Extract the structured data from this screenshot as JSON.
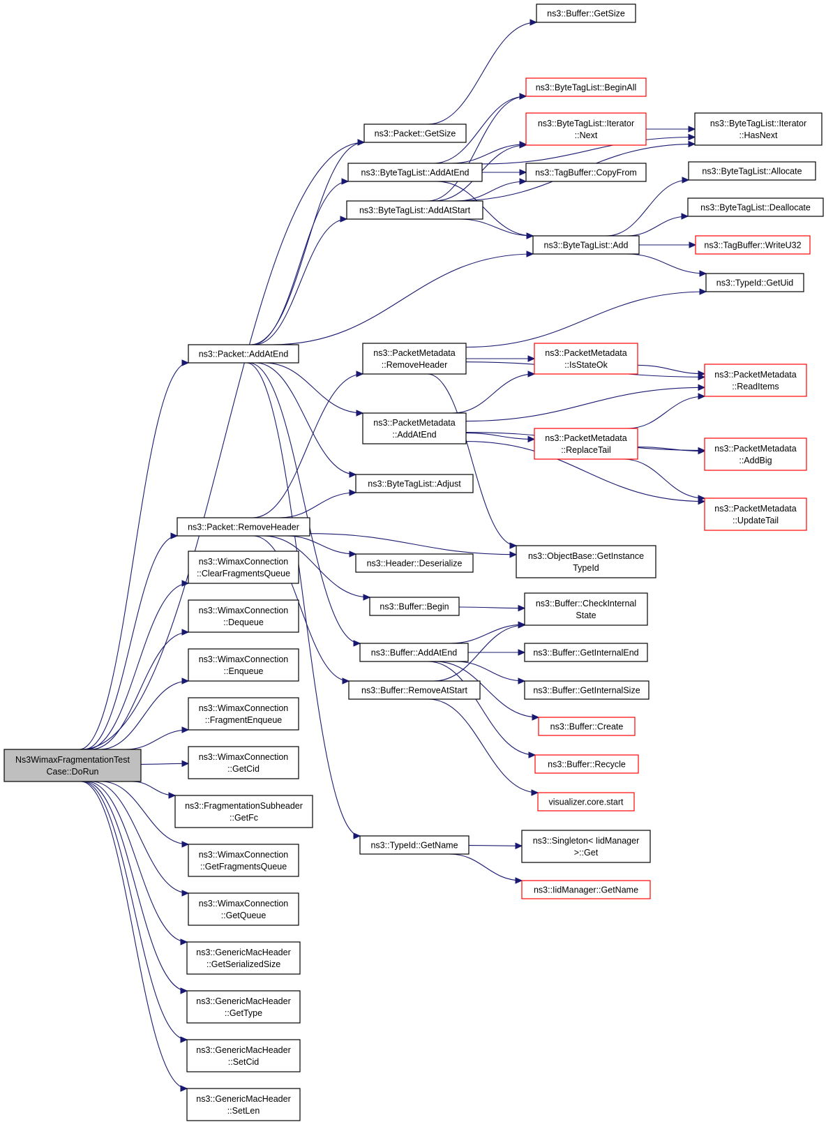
{
  "nodes": [
    {
      "id": "root",
      "lines": [
        "Ns3WimaxFragmentationTest",
        "Case::DoRun"
      ],
      "style": "root"
    },
    {
      "id": "pkt_addatend",
      "lines": [
        "ns3::Packet::AddAtEnd"
      ],
      "style": "normal"
    },
    {
      "id": "pkt_removeheader",
      "lines": [
        "ns3::Packet::RemoveHeader"
      ],
      "style": "normal"
    },
    {
      "id": "wc_clear",
      "lines": [
        "ns3::WimaxConnection",
        "::ClearFragmentsQueue"
      ],
      "style": "normal"
    },
    {
      "id": "wc_dequeue",
      "lines": [
        "ns3::WimaxConnection",
        "::Dequeue"
      ],
      "style": "normal"
    },
    {
      "id": "wc_enqueue",
      "lines": [
        "ns3::WimaxConnection",
        "::Enqueue"
      ],
      "style": "normal"
    },
    {
      "id": "wc_fragenq",
      "lines": [
        "ns3::WimaxConnection",
        "::FragmentEnqueue"
      ],
      "style": "normal"
    },
    {
      "id": "wc_getcid",
      "lines": [
        "ns3::WimaxConnection",
        "::GetCid"
      ],
      "style": "normal"
    },
    {
      "id": "fsh_getfc",
      "lines": [
        "ns3::FragmentationSubheader",
        "::GetFc"
      ],
      "style": "normal"
    },
    {
      "id": "wc_getfragq",
      "lines": [
        "ns3::WimaxConnection",
        "::GetFragmentsQueue"
      ],
      "style": "normal"
    },
    {
      "id": "wc_getqueue",
      "lines": [
        "ns3::WimaxConnection",
        "::GetQueue"
      ],
      "style": "normal"
    },
    {
      "id": "gmh_getser",
      "lines": [
        "ns3::GenericMacHeader",
        "::GetSerializedSize"
      ],
      "style": "normal"
    },
    {
      "id": "gmh_gettype",
      "lines": [
        "ns3::GenericMacHeader",
        "::GetType"
      ],
      "style": "normal"
    },
    {
      "id": "gmh_setcid",
      "lines": [
        "ns3::GenericMacHeader",
        "::SetCid"
      ],
      "style": "normal"
    },
    {
      "id": "gmh_setlen",
      "lines": [
        "ns3::GenericMacHeader",
        "::SetLen"
      ],
      "style": "normal"
    },
    {
      "id": "pkt_getsize",
      "lines": [
        "ns3::Packet::GetSize"
      ],
      "style": "normal"
    },
    {
      "id": "btl_addatend",
      "lines": [
        "ns3::ByteTagList::AddAtEnd"
      ],
      "style": "normal"
    },
    {
      "id": "btl_addatstart",
      "lines": [
        "ns3::ByteTagList::AddAtStart"
      ],
      "style": "normal"
    },
    {
      "id": "pm_removeheader",
      "lines": [
        "ns3::PacketMetadata",
        "::RemoveHeader"
      ],
      "style": "normal"
    },
    {
      "id": "pm_addatend",
      "lines": [
        "ns3::PacketMetadata",
        "::AddAtEnd"
      ],
      "style": "normal"
    },
    {
      "id": "btl_adjust",
      "lines": [
        "ns3::ByteTagList::Adjust"
      ],
      "style": "normal"
    },
    {
      "id": "hdr_deser",
      "lines": [
        "ns3::Header::Deserialize"
      ],
      "style": "normal"
    },
    {
      "id": "buf_begin",
      "lines": [
        "ns3::Buffer::Begin"
      ],
      "style": "normal"
    },
    {
      "id": "buf_addatend",
      "lines": [
        "ns3::Buffer::AddAtEnd"
      ],
      "style": "normal"
    },
    {
      "id": "buf_removeatstart",
      "lines": [
        "ns3::Buffer::RemoveAtStart"
      ],
      "style": "normal"
    },
    {
      "id": "tid_getname",
      "lines": [
        "ns3::TypeId::GetName"
      ],
      "style": "normal"
    },
    {
      "id": "buf_getsize",
      "lines": [
        "ns3::Buffer::GetSize"
      ],
      "style": "normal"
    },
    {
      "id": "btl_beginall",
      "lines": [
        "ns3::ByteTagList::BeginAll"
      ],
      "style": "red"
    },
    {
      "id": "btl_it_next",
      "lines": [
        "ns3::ByteTagList::Iterator",
        "::Next"
      ],
      "style": "red"
    },
    {
      "id": "tb_copyfrom",
      "lines": [
        "ns3::TagBuffer::CopyFrom"
      ],
      "style": "normal"
    },
    {
      "id": "btl_add",
      "lines": [
        "ns3::ByteTagList::Add"
      ],
      "style": "normal"
    },
    {
      "id": "pm_isstateok",
      "lines": [
        "ns3::PacketMetadata",
        "::IsStateOk"
      ],
      "style": "red"
    },
    {
      "id": "pm_replacetail",
      "lines": [
        "ns3::PacketMetadata",
        "::ReplaceTail"
      ],
      "style": "red"
    },
    {
      "id": "ob_getinstancetypeid",
      "lines": [
        "ns3::ObjectBase::GetInstance",
        "TypeId"
      ],
      "style": "normal"
    },
    {
      "id": "buf_checkinternal",
      "lines": [
        "ns3::Buffer::CheckInternal",
        "State"
      ],
      "style": "normal"
    },
    {
      "id": "buf_getinternalend",
      "lines": [
        "ns3::Buffer::GetInternalEnd"
      ],
      "style": "normal"
    },
    {
      "id": "buf_getinternalsize",
      "lines": [
        "ns3::Buffer::GetInternalSize"
      ],
      "style": "normal"
    },
    {
      "id": "buf_create",
      "lines": [
        "ns3::Buffer::Create"
      ],
      "style": "red"
    },
    {
      "id": "buf_recycle",
      "lines": [
        "ns3::Buffer::Recycle"
      ],
      "style": "red"
    },
    {
      "id": "viz_start",
      "lines": [
        "visualizer.core.start"
      ],
      "style": "red"
    },
    {
      "id": "singleton_get",
      "lines": [
        "ns3::Singleton< IidManager",
        ">::Get"
      ],
      "style": "normal"
    },
    {
      "id": "iid_getname",
      "lines": [
        "ns3::IidManager::GetName"
      ],
      "style": "red"
    },
    {
      "id": "btl_it_hasnext",
      "lines": [
        "ns3::ByteTagList::Iterator",
        "::HasNext"
      ],
      "style": "normal"
    },
    {
      "id": "btl_allocate",
      "lines": [
        "ns3::ByteTagList::Allocate"
      ],
      "style": "normal"
    },
    {
      "id": "btl_deallocate",
      "lines": [
        "ns3::ByteTagList::Deallocate"
      ],
      "style": "normal"
    },
    {
      "id": "tb_writeu32",
      "lines": [
        "ns3::TagBuffer::WriteU32"
      ],
      "style": "red"
    },
    {
      "id": "tid_getuid",
      "lines": [
        "ns3::TypeId::GetUid"
      ],
      "style": "normal"
    },
    {
      "id": "pm_readitems",
      "lines": [
        "ns3::PacketMetadata",
        "::ReadItems"
      ],
      "style": "red"
    },
    {
      "id": "pm_addbig",
      "lines": [
        "ns3::PacketMetadata",
        "::AddBig"
      ],
      "style": "red"
    },
    {
      "id": "pm_updatetail",
      "lines": [
        "ns3::PacketMetadata",
        "::UpdateTail"
      ],
      "style": "red"
    }
  ],
  "edges": [
    [
      "root",
      "pkt_getsize"
    ],
    [
      "root",
      "pkt_addatend"
    ],
    [
      "root",
      "pkt_removeheader"
    ],
    [
      "root",
      "wc_clear"
    ],
    [
      "root",
      "wc_dequeue"
    ],
    [
      "root",
      "wc_enqueue"
    ],
    [
      "root",
      "wc_fragenq"
    ],
    [
      "root",
      "wc_getcid"
    ],
    [
      "root",
      "fsh_getfc"
    ],
    [
      "root",
      "wc_getfragq"
    ],
    [
      "root",
      "wc_getqueue"
    ],
    [
      "root",
      "gmh_getser"
    ],
    [
      "root",
      "gmh_gettype"
    ],
    [
      "root",
      "gmh_setcid"
    ],
    [
      "root",
      "gmh_setlen"
    ],
    [
      "pkt_addatend",
      "pkt_getsize"
    ],
    [
      "pkt_addatend",
      "btl_addatend"
    ],
    [
      "pkt_addatend",
      "btl_addatstart"
    ],
    [
      "pkt_addatend",
      "btl_add"
    ],
    [
      "pkt_addatend",
      "pm_addatend"
    ],
    [
      "pkt_addatend",
      "btl_adjust"
    ],
    [
      "pkt_addatend",
      "buf_addatend"
    ],
    [
      "pkt_addatend",
      "tid_getname"
    ],
    [
      "pkt_removeheader",
      "pm_removeheader"
    ],
    [
      "pkt_removeheader",
      "btl_adjust"
    ],
    [
      "pkt_removeheader",
      "ob_getinstancetypeid"
    ],
    [
      "pkt_removeheader",
      "hdr_deser"
    ],
    [
      "pkt_removeheader",
      "buf_begin"
    ],
    [
      "pkt_removeheader",
      "buf_removeatstart"
    ],
    [
      "pkt_getsize",
      "buf_getsize"
    ],
    [
      "btl_addatend",
      "btl_beginall"
    ],
    [
      "btl_addatend",
      "btl_it_next"
    ],
    [
      "btl_addatend",
      "tb_copyfrom"
    ],
    [
      "btl_addatend",
      "btl_add"
    ],
    [
      "btl_addatend",
      "btl_it_hasnext"
    ],
    [
      "btl_addatstart",
      "btl_beginall"
    ],
    [
      "btl_addatstart",
      "btl_it_next"
    ],
    [
      "btl_addatstart",
      "tb_copyfrom"
    ],
    [
      "btl_addatstart",
      "btl_add"
    ],
    [
      "btl_addatstart",
      "btl_it_hasnext"
    ],
    [
      "btl_it_next",
      "btl_it_hasnext"
    ],
    [
      "btl_add",
      "btl_allocate"
    ],
    [
      "btl_add",
      "btl_deallocate"
    ],
    [
      "btl_add",
      "tb_writeu32"
    ],
    [
      "btl_add",
      "tid_getuid"
    ],
    [
      "pm_removeheader",
      "tid_getuid"
    ],
    [
      "pm_removeheader",
      "pm_readitems"
    ],
    [
      "pm_removeheader",
      "pm_isstateok"
    ],
    [
      "pm_removeheader",
      "ob_getinstancetypeid"
    ],
    [
      "pm_addatend",
      "pm_isstateok"
    ],
    [
      "pm_addatend",
      "pm_readitems"
    ],
    [
      "pm_addatend",
      "pm_replacetail"
    ],
    [
      "pm_addatend",
      "pm_addbig"
    ],
    [
      "pm_addatend",
      "pm_updatetail"
    ],
    [
      "pm_isstateok",
      "pm_readitems"
    ],
    [
      "pm_replacetail",
      "pm_readitems"
    ],
    [
      "pm_replacetail",
      "pm_addbig"
    ],
    [
      "pm_replacetail",
      "pm_updatetail"
    ],
    [
      "buf_begin",
      "buf_checkinternal"
    ],
    [
      "buf_addatend",
      "buf_checkinternal"
    ],
    [
      "buf_addatend",
      "buf_getinternalend"
    ],
    [
      "buf_addatend",
      "buf_getinternalsize"
    ],
    [
      "buf_addatend",
      "buf_create"
    ],
    [
      "buf_addatend",
      "buf_recycle"
    ],
    [
      "buf_removeatstart",
      "buf_checkinternal"
    ],
    [
      "buf_removeatstart",
      "viz_start"
    ],
    [
      "tid_getname",
      "singleton_get"
    ],
    [
      "tid_getname",
      "iid_getname"
    ]
  ]
}
